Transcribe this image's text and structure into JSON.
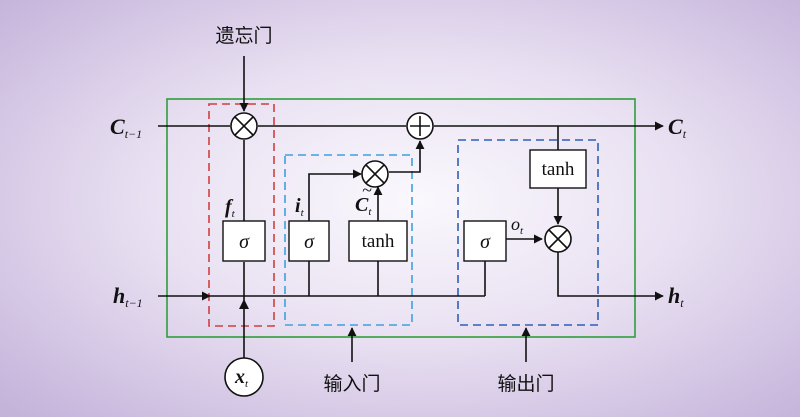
{
  "labels": {
    "forget_gate": "遗忘门",
    "input_gate": "输入门",
    "output_gate": "输出门"
  },
  "variables": {
    "c_prev": {
      "main": "C",
      "sub": "t−1"
    },
    "c_t": {
      "main": "C",
      "sub": "t"
    },
    "h_prev": {
      "main": "h",
      "sub": "t−1"
    },
    "h_t": {
      "main": "h",
      "sub": "t"
    },
    "x_t": {
      "main": "x",
      "sub": "t"
    },
    "f_t": {
      "main": "f",
      "sub": "t"
    },
    "i_t": {
      "main": "i",
      "sub": "t"
    },
    "c_tilde": {
      "main": "C",
      "sub": "t"
    },
    "o_t": {
      "main": "o",
      "sub": "t"
    }
  },
  "blocks": {
    "forget_sigma": "σ",
    "input_sigma": "σ",
    "input_tanh": "tanh",
    "output_sigma": "σ",
    "output_tanh": "tanh"
  },
  "colors": {
    "cell_border": "#2e9e3c",
    "forget_border": "#d0403f",
    "input_border": "#3fa0df",
    "output_border": "#2f5fb5"
  }
}
